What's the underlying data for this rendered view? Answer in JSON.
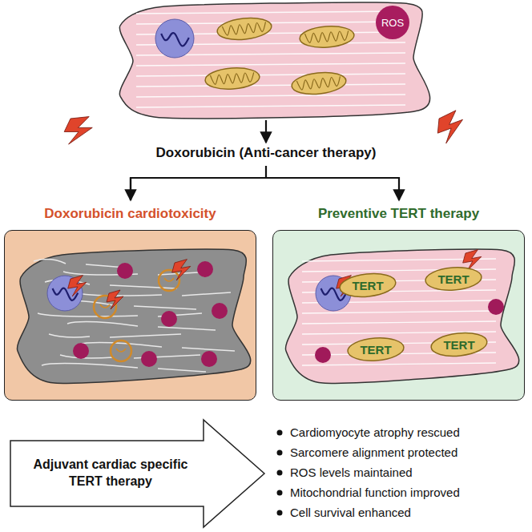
{
  "diagram": {
    "nodes": [
      {
        "text": [
          "ROS"
        ]
      },
      {
        "text": [
          "Doxorubicin cardiotoxicity"
        ]
      },
      {
        "text": [
          "Preventive TERT therapy"
        ]
      },
      {
        "text": [
          "TERT"
        ],
        "in": 2
      },
      {
        "text": [
          "TERT"
        ],
        "in": 2
      },
      {
        "text": [
          "TERT"
        ],
        "in": 2
      },
      {
        "text": [
          "TERT"
        ],
        "in": 2
      },
      {
        "text": [
          "Adjuvant cardiac specific TERT therapy"
        ]
      }
    ],
    "labels": [
      "Doxorubicin (Anti-cancer therapy)",
      "Cardiomyocyte atrophy rescued",
      "Sarcomere alignment protected",
      "ROS levels maintained",
      "Mitochondrial function improved",
      "Cell survival enhanced"
    ]
  }
}
